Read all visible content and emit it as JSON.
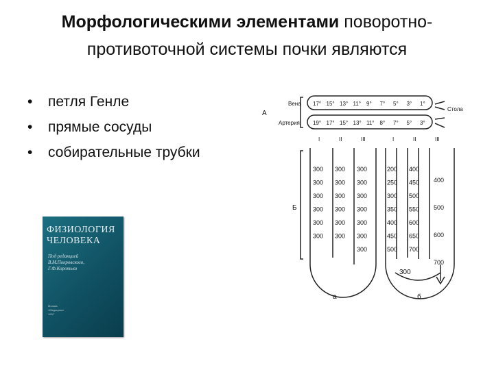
{
  "title": {
    "bold": "Морфологическими элементами",
    "rest_line1": " поворотно-",
    "line2": "противоточной системы почки являются"
  },
  "bullets": [
    "петля Генле",
    "прямые сосуды",
    "собирательные трубки"
  ],
  "book": {
    "title_line1": "ФИЗИОЛОГИЯ",
    "title_line2": "ЧЕЛОВЕКА",
    "editor_line1": "Под редакцией",
    "editor_line2": "В.М.Покровского,",
    "editor_line3": "Г.Ф.Коротько",
    "publisher_lines": [
      "Москва",
      "«Медицина»",
      "1997"
    ]
  },
  "diagram": {
    "label_A": "А",
    "label_B": "Б",
    "label_a": "а",
    "label_b": "б",
    "vein_label": "Вена",
    "artery_label": "Артерия",
    "stolon_label": "Стола",
    "vein_temps": [
      "17°",
      "15°",
      "13°",
      "11°",
      "9°",
      "7°",
      "5°",
      "3°",
      "1°"
    ],
    "artery_temps": [
      "19°",
      "17°",
      "15°",
      "13°",
      "11°",
      "8°",
      "7°",
      "5°",
      "3°"
    ],
    "roman": [
      "I",
      "II",
      "III",
      "I",
      "II",
      "III"
    ],
    "col1": [
      "300",
      "300",
      "300",
      "300",
      "300",
      "300"
    ],
    "col2": [
      "300",
      "300",
      "300",
      "300",
      "300",
      "300"
    ],
    "col3": [
      "300",
      "300",
      "300",
      "300",
      "300",
      "300",
      "300"
    ],
    "bottom_a": "300",
    "col4": [
      "200",
      "250",
      "300",
      "350",
      "400",
      "450",
      "500"
    ],
    "col5": [
      "400",
      "450",
      "500",
      "550",
      "600",
      "650",
      "700"
    ],
    "col6": [
      "400",
      "500",
      "600",
      "700"
    ]
  }
}
